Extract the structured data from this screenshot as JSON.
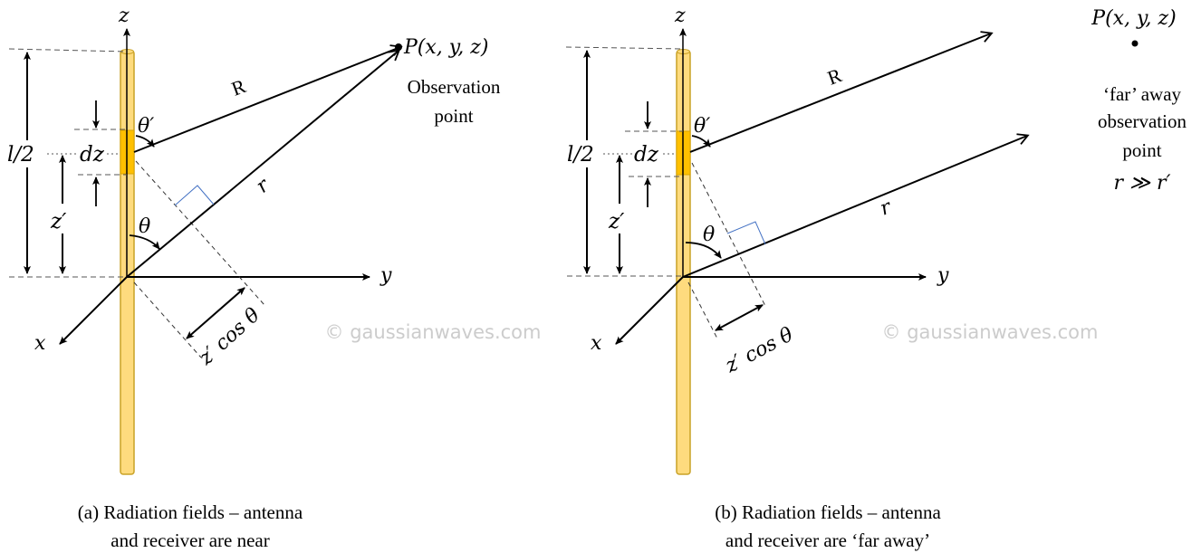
{
  "colors": {
    "rod_fill": "#fedb7e",
    "rod_stroke": "#c9a227",
    "element_fill": "#ffc000",
    "watermark": "#cccccc",
    "right_angle": "#4472c4",
    "ink": "#000000"
  },
  "panel_a": {
    "axis_z": "z",
    "axis_y": "y",
    "axis_x": "x",
    "label_half_length": "l/2",
    "label_dz": "dz",
    "label_zprime": "z′",
    "label_theta_prime": "θ′",
    "label_theta": "θ",
    "label_R": "R",
    "label_r": "r",
    "label_path_diff": "z′ cos θ",
    "point_label": "P(x, y, z)",
    "point_desc_1": "Observation",
    "point_desc_2": "point",
    "watermark": "© gaussianwaves.com",
    "caption_1": "(a) Radiation fields – antenna",
    "caption_2": "and receiver are near"
  },
  "panel_b": {
    "axis_z": "z",
    "axis_y": "y",
    "axis_x": "x",
    "label_half_length": "l/2",
    "label_dz": "dz",
    "label_zprime": "z′",
    "label_theta_prime": "θ′",
    "label_theta": "θ",
    "label_R": "R",
    "label_r": "r",
    "label_path_diff": "z′ cos θ",
    "point_label": "P(x, y, z)",
    "point_desc_1": "‘far’ away",
    "point_desc_2": "observation",
    "point_desc_3": "point",
    "condition": "r  ≫ r′",
    "watermark": "© gaussianwaves.com",
    "caption_1": "(b) Radiation fields – antenna",
    "caption_2": "and receiver are ‘far away’"
  }
}
